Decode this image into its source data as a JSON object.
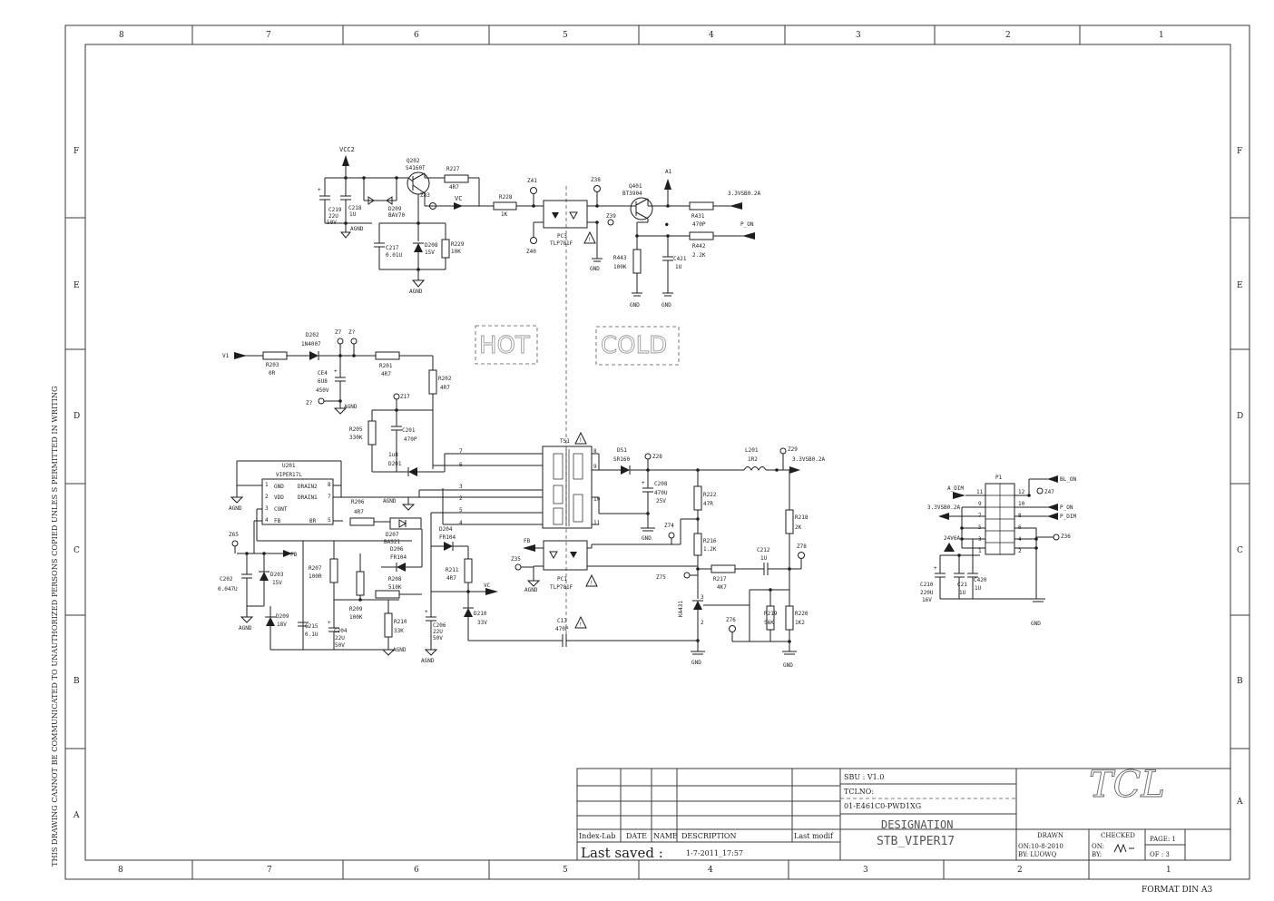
{
  "border": {
    "top_columns": [
      "8",
      "7",
      "6",
      "5",
      "4",
      "3",
      "2",
      "1"
    ],
    "bottom_columns": [
      "8",
      "7",
      "6",
      "5",
      "4",
      "3",
      "2",
      "1"
    ],
    "rows": [
      "F",
      "E",
      "D",
      "C",
      "B",
      "A"
    ],
    "side_text": "THIS DRAWING CANNOT BE COMMUNICATED TO UNAUTHORIZED PERSONS COPIED UNLES S PERMITTED IN WRITING",
    "format": "FORMAT DIN A3"
  },
  "zones": {
    "hot": "HOT",
    "cold": "COLD"
  },
  "labels": {
    "vcc2": "VCC2",
    "q202": "Q202",
    "q202_val": "S4160T",
    "r227": "R227",
    "r227_val": "4R7",
    "vc": "VC",
    "vc2": "VC",
    "r228": "R228",
    "r228_val": "1K",
    "z41": "Z41",
    "z38": "Z38",
    "z40": "Z40",
    "z39": "Z39",
    "z83": "Z83",
    "pc3": "PC3",
    "pc3_val": "TLP781F",
    "q401": "Q401",
    "q401_val": "BT3904",
    "a1": "A1",
    "r431": "R431",
    "r431_val": "470P",
    "net_3v3a": "3.3VSB0.2A",
    "p_on_a": "P_ON",
    "r442": "R442",
    "r442_val": "2.2K",
    "r443": "R443",
    "r443_val": "100K",
    "c421": "C421",
    "c421_val": "1U",
    "gnd1": "GND",
    "gnd2": "GND",
    "gnd3": "GND",
    "c219": "C219",
    "c219_val": "22U",
    "c219_v": "50V",
    "c218": "C218",
    "c218_val": "1U",
    "d209a": "D209",
    "d209a_val": "BAV70",
    "agnd1": "AGND",
    "c217": "C217",
    "c217_val": "0.01U",
    "d208": "D208",
    "d208_val": "15V",
    "r229": "R229",
    "r229_val": "10K",
    "agnd2": "AGND",
    "v1": "V1",
    "r203": "R203",
    "r203_val": "0R",
    "d202": "D202",
    "d202_val": "1N4007",
    "z7a": "Z7",
    "z7b": "Z?",
    "ce4": "CE4",
    "ce4_val": "6U8",
    "ce4_v": "450V",
    "r201": "R201",
    "r201_val": "4R7",
    "r202": "R202",
    "r202_val": "4R7",
    "z7c": "Z?",
    "agnd3": "AGND",
    "z17": "Z17",
    "r205": "R205",
    "r205_val": "330K",
    "c201": "C201",
    "c201_val": "470P",
    "d201": "D201",
    "d201_val": "1u8",
    "ts1": "TS1",
    "ds1": "DS1",
    "ds1_val": "SR160",
    "z28": "Z28",
    "l201": "L201",
    "l201_val": "1R2",
    "z29": "Z29",
    "net_3v3b": "3.3VSB0.2A",
    "c208": "C208",
    "c208_val": "470U",
    "c208_v": "25V",
    "r222": "R222",
    "r222_val": "47R",
    "gnd4": "GND",
    "z74": "Z74",
    "r216": "R216",
    "r216_val": "1.2K",
    "r218": "R218",
    "r218_val": "2K",
    "c212": "C212",
    "c212_val": "1U",
    "z78": "Z78",
    "u201": "U201",
    "u201_val": "VIPER17L",
    "u_gnd": "GND",
    "u_vdd": "VDD",
    "u_cont": "CONT",
    "u_fb": "FB",
    "u_drain2": "DRAIN2",
    "u_drain1": "DRAIN1",
    "u_br": "BR",
    "agnd4": "AGND",
    "r206": "R206",
    "r206_val": "4R7",
    "agnd5": "AGND",
    "d207": "D207",
    "d207_val": "BAS21",
    "d206": "D206",
    "d206_val": "FR104",
    "d204": "D204",
    "d204_val": "FR104",
    "z65": "Z65",
    "fb1": "FB",
    "fb2": "FB",
    "c202": "C202",
    "c202_val": "0.047U",
    "d203": "D203",
    "d203_val": "15V",
    "agnd6": "AGND",
    "r207": "R207",
    "r207_val": "100R",
    "r208": "R208",
    "r208_val": "510K",
    "r211": "R211",
    "r211_val": "4R7",
    "z35": "Z35",
    "agnd7": "AGND",
    "pc1": "PC1",
    "pc1_val": "TLP781F",
    "z75": "Z75",
    "r217": "R217",
    "r217_val": "4K7",
    "ka": "KA431",
    "r219": "R219",
    "r219_val": "56K",
    "r220": "R220",
    "r220_val": "1K2",
    "z76": "Z76",
    "gnd5": "GND",
    "gnd6": "GND",
    "d209b": "D209",
    "d209b_val": "18V",
    "c215": "C215",
    "c215_val": "0.1U",
    "r209": "R209",
    "r209_val": "100K",
    "c204": "C204",
    "c204_val": "22U",
    "c204_v": "50V",
    "r210": "R210",
    "r210_val": "33K",
    "agnd8": "AGND",
    "c206": "C206",
    "c206_val": "22U",
    "c206_v": "50V",
    "agnd9": "AGND",
    "d210": "D210",
    "d210_val": "33V",
    "c13": "C13",
    "c13_val": "470P",
    "p1": "P1",
    "a_dim": "A_DIM",
    "bl_on": "BL_ON",
    "z47": "Z47",
    "net_3v3c": "3.3VSB0.2A",
    "p_on_b": "P_ON",
    "p_dim": "P_DIM",
    "net_24v": "24V6A",
    "z36": "Z36",
    "c210": "C210",
    "c210_val": "220U",
    "c210_v": "16V",
    "c211": "C21",
    "c211_val": "1U",
    "c420": "C420",
    "c420_val": "1U",
    "gnd7": "GND",
    "pins": [
      "11",
      "12",
      "9",
      "10",
      "7",
      "8",
      "5",
      "6",
      "3",
      "4",
      "1",
      "2"
    ]
  },
  "title_block": {
    "sbu": "SBU : V1.0",
    "tclno_label": "TCLNO:",
    "tclno": "01-E461C0-PWD1XG",
    "designation_label": "DESIGNATION",
    "designation": "STB_VIPER17",
    "logo": "TCL",
    "col_index": "Index-Lab",
    "col_date": "DATE",
    "col_name": "NAME",
    "col_desc": "DESCRIPTION",
    "col_last": "Last modif",
    "last_saved_label": "Last saved :",
    "last_saved": "1-7-2011_17:57",
    "drawn": "DRAWN",
    "drawn_on": "ON:10-8-2010",
    "drawn_by": "BY: LUOWQ",
    "checked": "CHECKED",
    "checked_on": "ON:",
    "checked_by": "BY:",
    "page": "PAGE: 1",
    "of": "OF :  3"
  }
}
